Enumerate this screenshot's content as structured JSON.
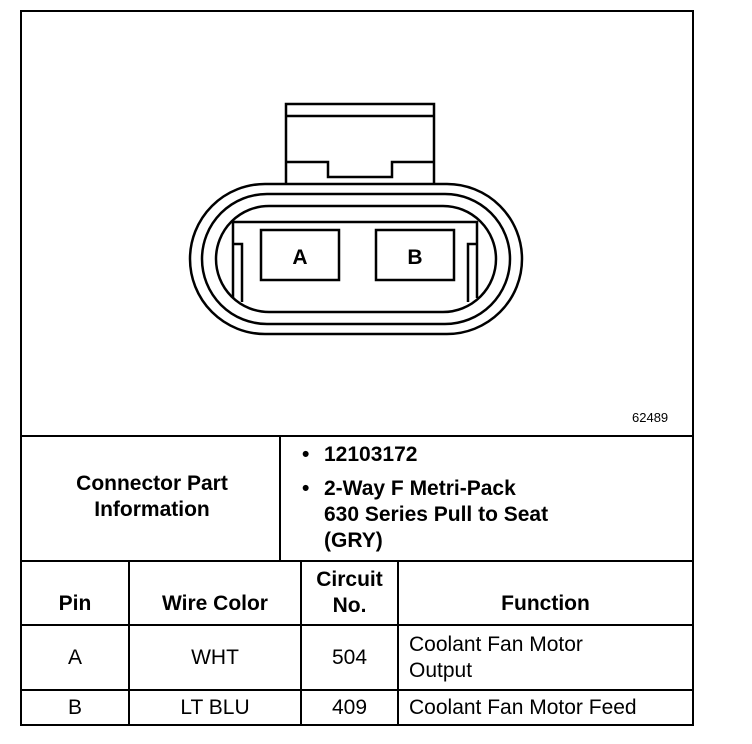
{
  "figure_number": "62489",
  "connector": {
    "pin_labels": [
      "A",
      "B"
    ]
  },
  "part_info": {
    "label": "Connector Part Information",
    "bullets": [
      "12103172",
      "2-Way F Metri-Pack 630 Series Pull to Seat (GRY)"
    ]
  },
  "table": {
    "headers": {
      "pin": "Pin",
      "wire_color": "Wire Color",
      "circuit_no": "Circuit No.",
      "function": "Function"
    },
    "rows": [
      {
        "pin": "A",
        "wire_color": "WHT",
        "circuit_no": "504",
        "function": "Coolant Fan Motor Output"
      },
      {
        "pin": "B",
        "wire_color": "LT BLU",
        "circuit_no": "409",
        "function": "Coolant Fan Motor Feed"
      }
    ]
  }
}
